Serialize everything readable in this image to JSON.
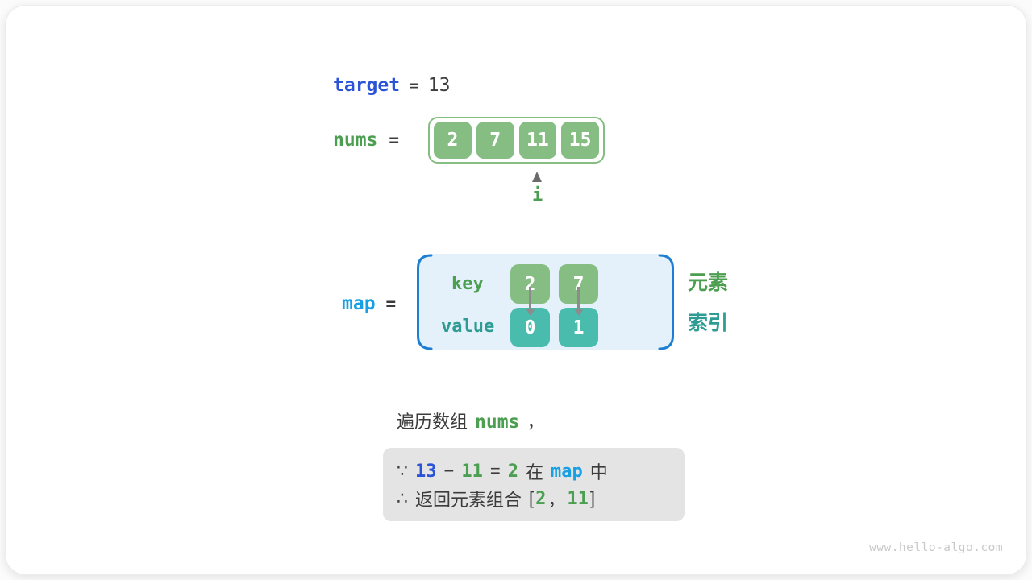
{
  "colors": {
    "royal_blue": "#2b53d8",
    "azure_blue": "#18a0e4",
    "green_text": "#4c9e50",
    "teal_text": "#2f9c94",
    "green_cell": "#86bd83",
    "teal_cell": "#4abcae",
    "map_panel_bg": "#e4f1fa",
    "map_bracket_blue": "#1d7fd4",
    "note_box_bg": "#e4e4e4",
    "dark_text": "#3c3c3c",
    "arrow_gray": "#8c8c8c",
    "watermark_gray": "#c9c9c9"
  },
  "target_line": {
    "label": "target",
    "equals": "=",
    "value": "13"
  },
  "nums_line": {
    "label": "nums",
    "equals": "=",
    "cells": [
      "2",
      "7",
      "11",
      "15"
    ],
    "pointer_label": "i",
    "pointer_index": 2
  },
  "map_section": {
    "label": "map",
    "equals": "=",
    "key_label": "key",
    "value_label": "value",
    "keys": [
      "2",
      "7"
    ],
    "values": [
      "0",
      "1"
    ],
    "element_label": "元素",
    "index_label": "索引"
  },
  "caption": {
    "prefix": "遍历数组",
    "code": "nums",
    "suffix": "，"
  },
  "note_box": {
    "line1": {
      "because": "∵",
      "minuend": "13",
      "minus": "−",
      "subtrahend": "11",
      "equals": "=",
      "difference": "2",
      "in_word": "在",
      "map_word": "map",
      "zhong": "中"
    },
    "line2": {
      "therefore": "∴",
      "text": "返回元素组合",
      "open_bracket": "[",
      "first": "2",
      "comma": "，",
      "second": "11",
      "close_bracket": "]"
    }
  },
  "watermark": "www.hello-algo.com"
}
